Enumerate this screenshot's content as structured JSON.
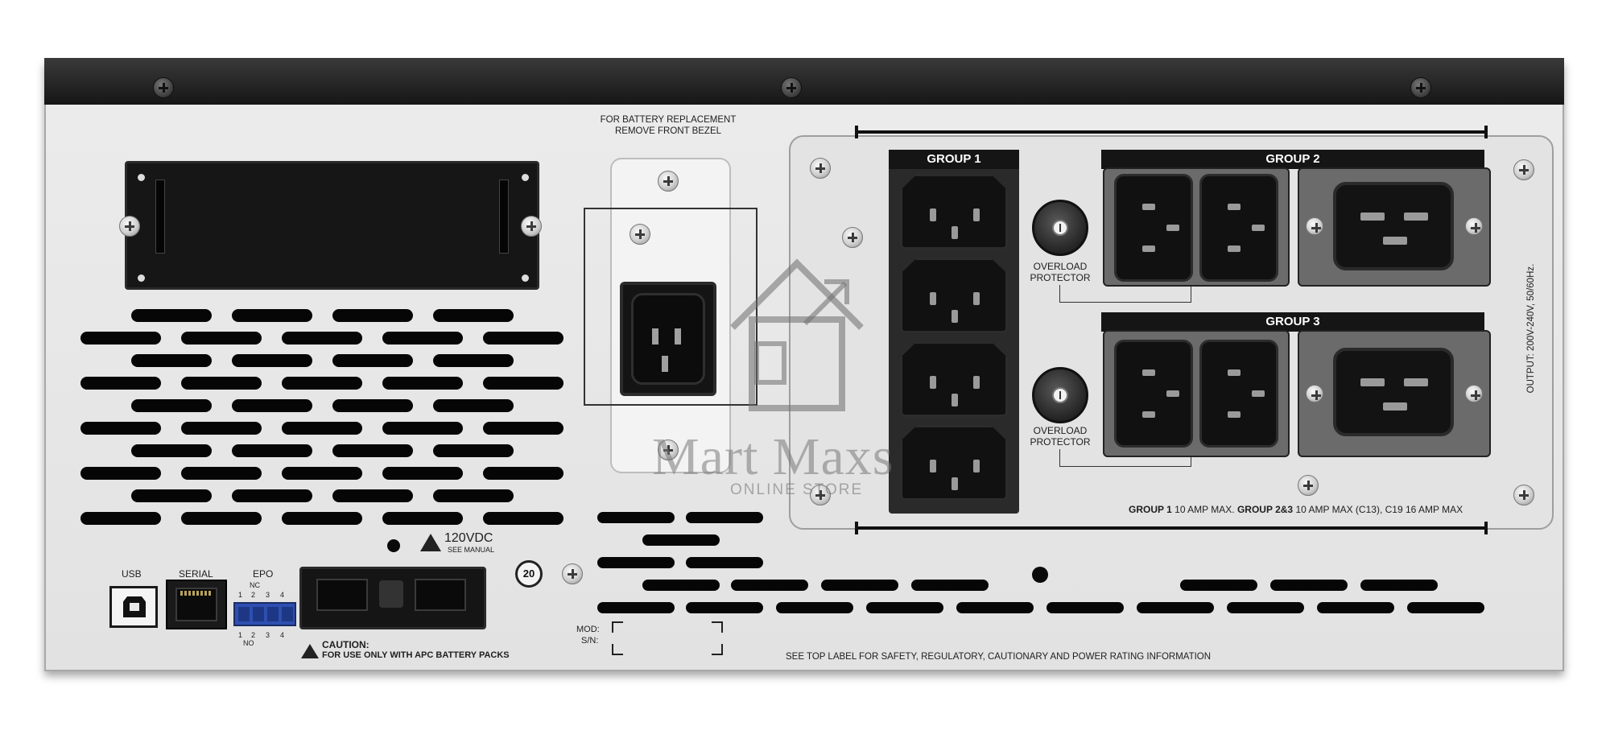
{
  "battery_note": {
    "line1": "FOR BATTERY REPLACEMENT",
    "line2": "REMOVE FRONT BEZEL"
  },
  "groups": {
    "group1": "GROUP 1",
    "group2": "GROUP 2",
    "group3": "GROUP 3"
  },
  "overload": {
    "line1": "OVERLOAD",
    "line2": "PROTECTOR"
  },
  "group_rating": {
    "g1_label": "GROUP 1",
    "g1_text": "10 AMP MAX.",
    "g23_label": "GROUP 2&3",
    "g23_text": "10 AMP MAX (C13), C19 16 AMP MAX"
  },
  "output_text": "OUTPUT: 200V-240V, 50/60Hz.",
  "ports": {
    "usb": "USB",
    "serial": "SERIAL",
    "epo": "EPO",
    "epo_nc": "NC",
    "epo_no": "NO",
    "epo_pins": [
      "1",
      "2",
      "3",
      "4"
    ]
  },
  "dc_label": {
    "volts": "120VDC",
    "note": "SEE MANUAL"
  },
  "caution": {
    "title": "CAUTION:",
    "text": "FOR USE ONLY WITH APC BATTERY PACKS"
  },
  "mod_sn": {
    "mod": "MOD:",
    "sn": "S/N:"
  },
  "footer_note": "SEE TOP LABEL FOR SAFETY, REGULATORY, CAUTIONARY AND POWER RATING INFORMATION",
  "rohs_badge": "20",
  "watermark": {
    "title": "Mart Maxs",
    "subtitle": "ONLINE STORE"
  },
  "colors": {
    "panel": "#e6e6e6",
    "dark": "#111111",
    "accent_epo": "#2e4fb0"
  }
}
